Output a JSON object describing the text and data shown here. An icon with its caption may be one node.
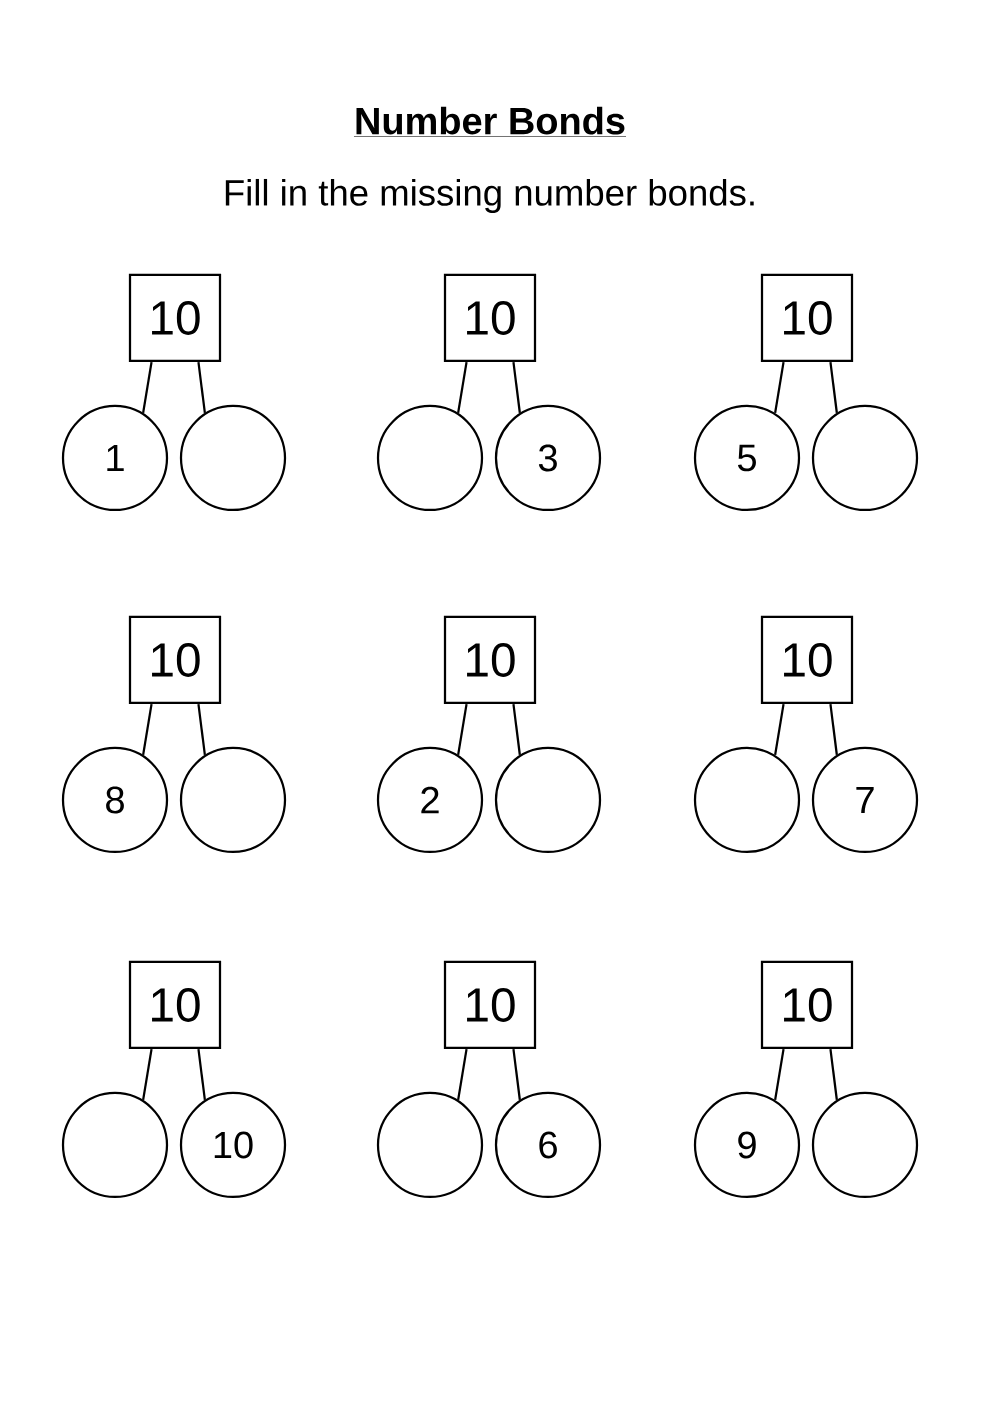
{
  "diagram": {
    "title": "Number Bonds",
    "nodes": [
      {
        "text": [
          "10"
        ]
      },
      {
        "text": [
          "1"
        ]
      },
      {
        "text": [],
        "shape": "circle"
      },
      {
        "text": [
          "10"
        ]
      },
      {
        "text": [],
        "shape": "circle"
      },
      {
        "text": [
          "3"
        ]
      },
      {
        "text": [
          "10"
        ]
      },
      {
        "text": [
          "5"
        ]
      },
      {
        "text": [],
        "shape": "circle"
      },
      {
        "text": [
          "10"
        ]
      },
      {
        "text": [
          "8"
        ]
      },
      {
        "text": [],
        "shape": "circle"
      },
      {
        "text": [
          "10"
        ]
      },
      {
        "text": [
          "2"
        ]
      },
      {
        "text": [],
        "shape": "circle"
      },
      {
        "text": [
          "10"
        ]
      },
      {
        "text": [],
        "shape": "circle"
      },
      {
        "text": [
          "7"
        ]
      },
      {
        "text": [
          "10"
        ]
      },
      {
        "text": [],
        "shape": "circle"
      },
      {
        "text": [
          "10"
        ]
      },
      {
        "text": [
          "10"
        ]
      },
      {
        "text": [],
        "shape": "circle"
      },
      {
        "text": [
          "6"
        ]
      },
      {
        "text": [
          "10"
        ]
      },
      {
        "text": [
          "9"
        ]
      },
      {
        "text": [],
        "shape": "circle"
      }
    ],
    "edges": [
      {
        "from": 0,
        "to": 1,
        "arrow": "none"
      },
      {
        "from": 0,
        "to": 2,
        "arrow": "none"
      },
      {
        "from": 3,
        "to": 4,
        "arrow": "none"
      },
      {
        "from": 3,
        "to": 5,
        "arrow": "none"
      },
      {
        "from": 6,
        "to": 7,
        "arrow": "none"
      },
      {
        "from": 6,
        "to": 8,
        "arrow": "none"
      },
      {
        "from": 9,
        "to": 10,
        "arrow": "none"
      },
      {
        "from": 9,
        "to": 11,
        "arrow": "none"
      },
      {
        "from": 12,
        "to": 13,
        "arrow": "none"
      },
      {
        "from": 12,
        "to": 14,
        "arrow": "none"
      },
      {
        "from": 15,
        "to": 16,
        "arrow": "none"
      },
      {
        "from": 15,
        "to": 17,
        "arrow": "none"
      },
      {
        "from": 18,
        "to": 19,
        "arrow": "none"
      },
      {
        "from": 18,
        "to": 20,
        "arrow": "none"
      },
      {
        "from": 21,
        "to": 22,
        "arrow": "none"
      },
      {
        "from": 21,
        "to": 23,
        "arrow": "none"
      },
      {
        "from": 24,
        "to": 25,
        "arrow": "none"
      },
      {
        "from": 24,
        "to": 26,
        "arrow": "none"
      }
    ],
    "labels": [
      "Fill in the missing number bonds."
    ]
  }
}
